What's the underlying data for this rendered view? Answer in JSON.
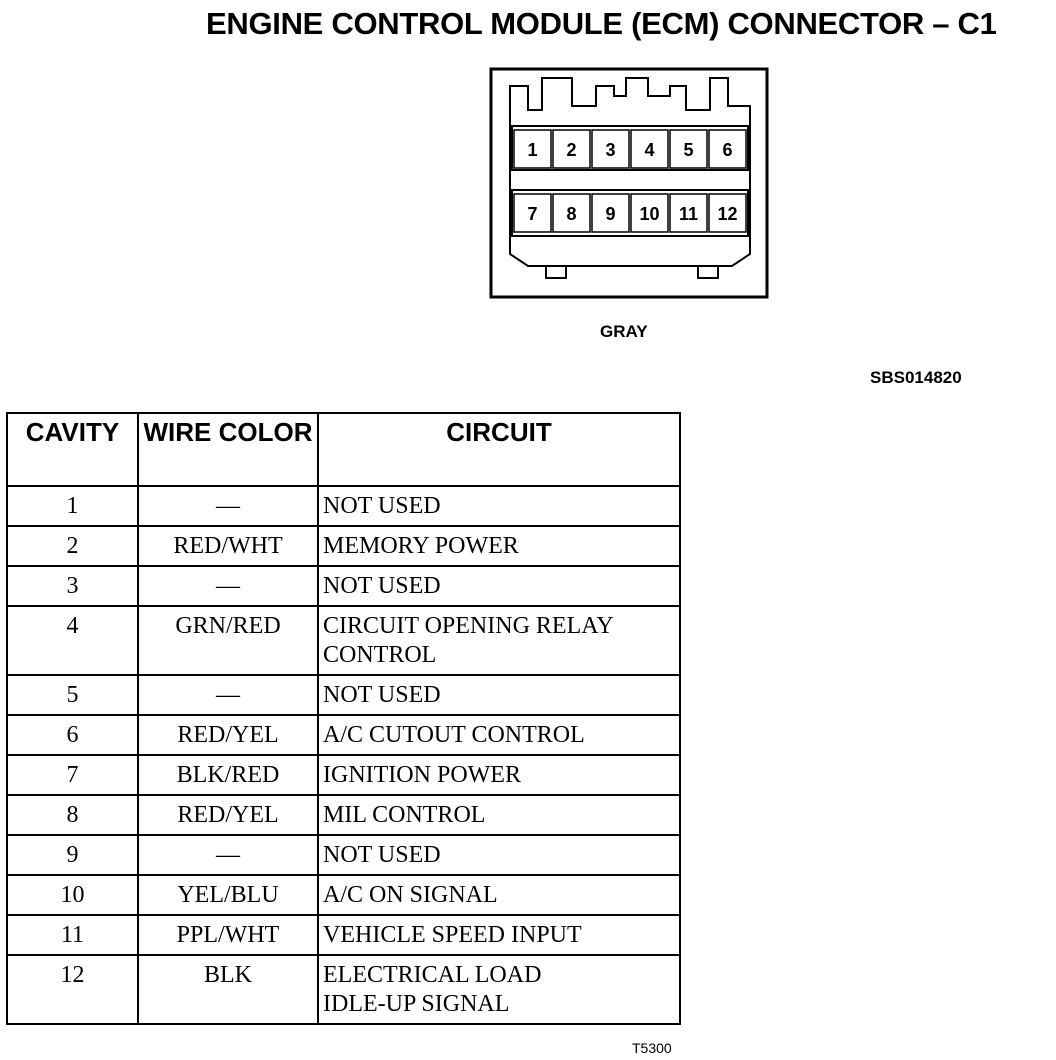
{
  "title": "ENGINE CONTROL MODULE (ECM) CONNECTOR – C1",
  "connector": {
    "color_label": "GRAY",
    "figure_id": "SBS014820",
    "row1_pins": [
      "1",
      "2",
      "3",
      "4",
      "5",
      "6"
    ],
    "row2_pins": [
      "7",
      "8",
      "9",
      "10",
      "11",
      "12"
    ]
  },
  "table": {
    "headers": {
      "cavity": "CAVITY",
      "wire_color_line1": "WIRE",
      "wire_color_line2": "COLOR",
      "circuit": "CIRCUIT"
    },
    "rows": [
      {
        "cavity": "1",
        "wire": "—",
        "circuit": [
          "NOT USED"
        ]
      },
      {
        "cavity": "2",
        "wire": "RED/WHT",
        "circuit": [
          "MEMORY POWER"
        ]
      },
      {
        "cavity": "3",
        "wire": "—",
        "circuit": [
          "NOT USED"
        ]
      },
      {
        "cavity": "4",
        "wire": "GRN/RED",
        "circuit": [
          "CIRCUIT OPENING RELAY",
          "CONTROL"
        ]
      },
      {
        "cavity": "5",
        "wire": "—",
        "circuit": [
          "NOT USED"
        ]
      },
      {
        "cavity": "6",
        "wire": "RED/YEL",
        "circuit": [
          "A/C CUTOUT CONTROL"
        ]
      },
      {
        "cavity": "7",
        "wire": "BLK/RED",
        "circuit": [
          "IGNITION POWER"
        ]
      },
      {
        "cavity": "8",
        "wire": "RED/YEL",
        "circuit": [
          "MIL CONTROL"
        ]
      },
      {
        "cavity": "9",
        "wire": "—",
        "circuit": [
          "NOT USED"
        ]
      },
      {
        "cavity": "10",
        "wire": "YEL/BLU",
        "circuit": [
          "A/C ON SIGNAL"
        ]
      },
      {
        "cavity": "11",
        "wire": "PPL/WHT",
        "circuit": [
          "VEHICLE SPEED INPUT"
        ]
      },
      {
        "cavity": "12",
        "wire": "BLK",
        "circuit": [
          "ELECTRICAL LOAD",
          "IDLE-UP SIGNAL"
        ]
      }
    ],
    "table_id": "T5300"
  }
}
